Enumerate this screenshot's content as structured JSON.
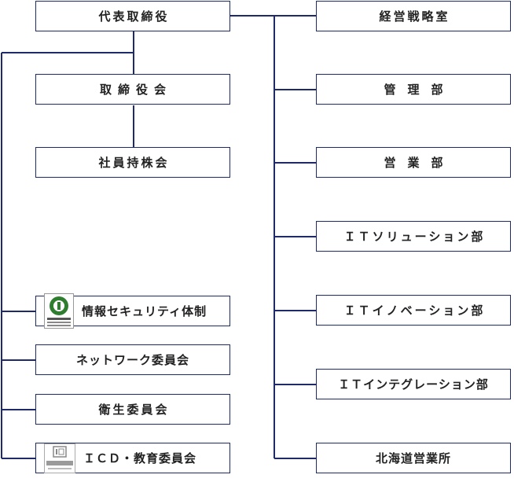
{
  "left_nodes": {
    "ceo": "代表取締役",
    "board": "取締役会",
    "shareholders": "社員持株会",
    "infosec": "情報セキュリティ体制",
    "network": "ネットワーク委員会",
    "hygiene": "衛生委員会",
    "icd": "ＩＣＤ・教育委員会"
  },
  "right_nodes": {
    "strategy": "経営戦略室",
    "admin": "管　理　部",
    "sales": "営　業　部",
    "it_solution": "ＩＴソリューション部",
    "it_innovation": "ＩＴイノベーション部",
    "it_integration": "ＩＴインテグレーション部",
    "hokkaido": "北海道営業所"
  },
  "colors": {
    "line": "#1f2a6b",
    "border": "#1f2a6b",
    "isms_green": "#2f7d2f"
  },
  "icons": [
    "isms-certification-icon",
    "icd-silver-plus-icon"
  ]
}
